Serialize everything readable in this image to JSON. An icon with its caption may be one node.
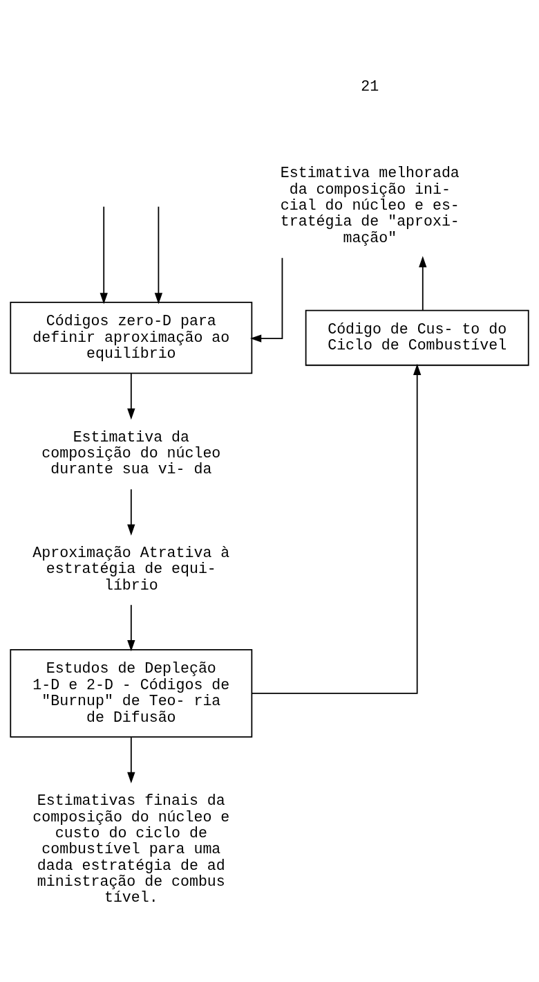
{
  "diagram": {
    "nodes": [
      {
        "text": [
          "Códigos zero-D para definir aproximação ao equilíbrio"
        ]
      },
      {
        "text": [
          "Estimativa melhorada da composição ini- cial do núcleo e es- tratégia de \"aproxi- mação\""
        ]
      },
      {
        "text": [
          "Código de Cus- to do Ciclo de Combustível"
        ]
      },
      {
        "text": [
          "Estimativa da composição do núcleo durante sua vi- da"
        ]
      },
      {
        "text": [
          "Aproximação Atrativa à estratégia de equi- líbrio"
        ]
      },
      {
        "text": [
          "Estudos de Depleção 1-D e 2-D - Códigos de \"Burnup\" de Teo- ria de Difusão"
        ]
      },
      {
        "text": [
          "Estimativas finais da composição do núcleo e custo do ciclo de combustível para uma dada estratégia de ad ministração de combus tível."
        ]
      }
    ],
    "edges": [
      {
        "from": null,
        "to": 0,
        "arrow": "to"
      },
      {
        "from": null,
        "to": 0,
        "arrow": "to"
      },
      {
        "from": 1,
        "to": 0,
        "arrow": "to"
      },
      {
        "from": 2,
        "to": 1,
        "arrow": "to"
      },
      {
        "from": 0,
        "to": 3,
        "arrow": "to"
      },
      {
        "from": 3,
        "to": 4,
        "arrow": "to"
      },
      {
        "from": 4,
        "to": 5,
        "arrow": "to"
      },
      {
        "from": 5,
        "to": 6,
        "arrow": "to"
      },
      {
        "from": 5,
        "to": 2,
        "arrow": "to"
      }
    ],
    "labels": [
      "21"
    ]
  }
}
